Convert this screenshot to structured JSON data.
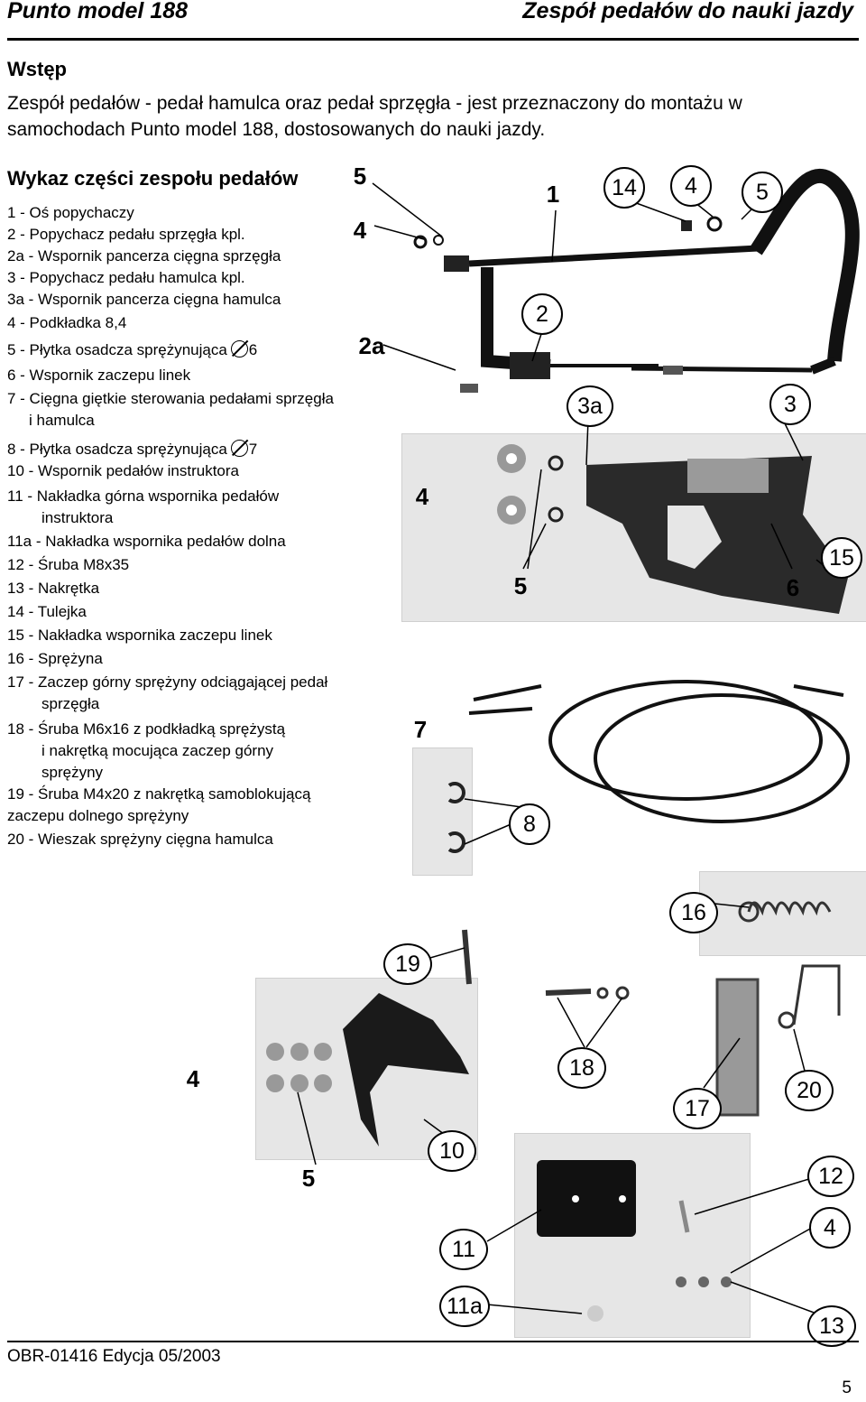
{
  "header": {
    "left": "Punto model 188",
    "right": "Zespół pedałów do nauki jazdy"
  },
  "intro": {
    "heading": "Wstęp",
    "text": "Zespół pedałów - pedał hamulca oraz pedał sprzęgła - jest przeznaczony do montażu w samochodach Punto model 188, dostosowanych do nauki jazdy."
  },
  "parts": {
    "heading": "Wykaz części zespołu pedałów",
    "items": [
      "1 - Oś popychaczy",
      "2 - Popychacz pedału sprzęgła kpl.",
      "2a - Wspornik pancerza cięgna sprzęgła",
      "3 - Popychacz pedału hamulca kpl.",
      "3a - Wspornik pancerza cięgna hamulca",
      "4 - Podkładka 8,4",
      "5 - Płytka osadcza sprężynująca",
      "6",
      "6 - Wspornik zaczepu linek",
      "7 - Cięgna giętkie sterowania pedałami sprzęgła",
      "i hamulca",
      "8 - Płytka osadcza sprężynująca",
      "7",
      "10 - Wspornik pedałów instruktora",
      "11 - Nakładka  górna wspornika pedałów",
      "instruktora",
      "11a - Nakładka wspornika pedałów dolna",
      "12 - Śruba M8x35",
      "13 - Nakrętka",
      "14 - Tulejka",
      "15 - Nakładka wspornika zaczepu linek",
      "16 - Sprężyna",
      "17 - Zaczep górny sprężyny odciągającej pedał",
      "sprzęgła",
      "18 - Śruba M6x16 z podkładką sprężystą",
      "i nakrętką mocująca zaczep górny",
      "sprężyny",
      "19 - Śruba M4x20 z nakrętką samoblokującą",
      "zaczepu dolnego sprężyny",
      "20 - Wieszak sprężyny cięgna hamulca"
    ]
  },
  "callouts": {
    "n5a": "5",
    "n4a": "4",
    "n2a": "2a",
    "n1": "1",
    "n14": "14",
    "n4b": "4",
    "n5b": "5",
    "n2": "2",
    "n3a": "3a",
    "n3": "3",
    "n4c": "4",
    "n5c": "5",
    "n6": "6",
    "n15": "15",
    "n7": "7",
    "n8": "8",
    "n16": "16",
    "n19": "19",
    "n18": "18",
    "n4d": "4",
    "n17": "17",
    "n20": "20",
    "n5d": "5",
    "n10": "10",
    "n12": "12",
    "n4e": "4",
    "n11": "11",
    "n11a": "11a",
    "n13": "13"
  },
  "footer": {
    "left": "OBR-01416 Edycja 05/2003",
    "page": "5"
  }
}
